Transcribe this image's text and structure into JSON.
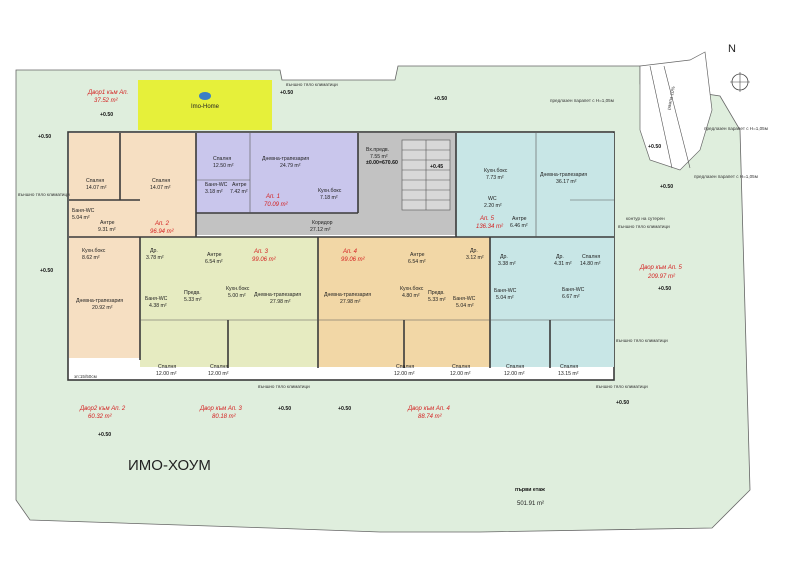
{
  "compass": "N",
  "watermark": "ИМО-ХОУМ",
  "logo_text": "Imo-Home",
  "ramp": "рампа 10%",
  "floor_label": "първи етаж",
  "floor_area": "501.91 m²",
  "notes": {
    "parapet1": "предлазен парапет с H=1,05м",
    "parapet2": "предлазен парапет с H=1,05м",
    "parapet3": "предлазен парапет с H=1,05м",
    "ext_ac_top": "външно тяло климатици",
    "ext_ac_left": "външно тяло климатици",
    "ext_ac_right1": "външно тяло климатици",
    "ext_ac_right2": "външно тяло климатици",
    "ext_ac_bottom1": "външно тяло климатици",
    "ext_ac_bottom2": "външно тяло климатици",
    "contour": "контур на сутерен",
    "sill": "зп:15/50см"
  },
  "levels": {
    "l1": "+0.50",
    "l2": "+0.50",
    "l3": "+0.50",
    "l4": "+0.50",
    "l5": "+0.50",
    "l6": "+0.50",
    "l7": "+0.50",
    "l8": "+0.50",
    "l9": "+0.50",
    "l10": "+0.50",
    "l11": "+0.50",
    "l12": "+0.50",
    "l13": "+0.45",
    "l14": "±0.00=670.60"
  },
  "yards": {
    "y1_name": "Двор1 към Ап.",
    "y1_area": "37.52 m²",
    "y2_name": "Двор2 към Ап. 2",
    "y2_area": "60.32 m²",
    "y3_name": "Двор към Ап. 3",
    "y3_area": "80.18 m²",
    "y4_name": "Двор към Ап. 4",
    "y4_area": "88.74 m²",
    "y5_name": "Двор към Ап. 5",
    "y5_area": "209.97 m²"
  },
  "apartments": {
    "a1_name": "Ап. 1",
    "a1_area": "70.09 m²",
    "a2_name": "Ап. 2",
    "a2_area": "96.94 m²",
    "a3_name": "Ап. 3",
    "a3_area": "99.06 m²",
    "a4_name": "Ап. 4",
    "a4_area": "99.06 m²",
    "a5_name": "Ап. 5",
    "a5_area": "136.34 m²"
  },
  "rooms": {
    "r01_name": "Спалня",
    "r01_area": "14.07 m²",
    "r02_name": "Спалня",
    "r02_area": "14.07 m²",
    "r03_name": "Баня-WC",
    "r03_area": "5.04 m²",
    "r04_name": "Антре",
    "r04_area": "9.31 m²",
    "r05_name": "Кухн.бокс",
    "r05_area": "8.62 m²",
    "r06_name": "Дневна-трапезария",
    "r06_area": "20.92 m²",
    "r07_name": "Спалня",
    "r07_area": "12.50 m²",
    "r08_name": "Дневна-трапезария",
    "r08_area": "24.79 m²",
    "r09_name": "Баня-WC",
    "r09_area": "3.18 m²",
    "r10_name": "Антре",
    "r10_area": "7.42 m²",
    "r11_name": "Кухн.бокс",
    "r11_area": "7.18 m²",
    "r12_name": "Вх.предв.",
    "r12_area": "7.55 m²",
    "r13_name": "Коридор",
    "r13_area": "27.12 m²",
    "r14_name": "Кухн.бокс",
    "r14_area": "7.73 m²",
    "r15_name": "Дневна-трапезария",
    "r15_area": "36.17 m²",
    "r16_name": "WC",
    "r16_area": "2.20 m²",
    "r17_name": "Антре",
    "r17_area": "6.46 m²",
    "r18_name": "Спалня",
    "r18_area": "14.80 m²",
    "r19_name": "Др.",
    "r19_area": "4.31 m²",
    "r20_name": "Баня-WC",
    "r20_area": "6.67 m²",
    "r21_name": "Др.",
    "r21_area": "3.78 m²",
    "r22_name": "Антре",
    "r22_area": "6.54 m²",
    "r23_name": "Предв.",
    "r23_area": "5.33 m²",
    "r24_name": "Кухн.бокс",
    "r24_area": "5.00 m²",
    "r25_name": "Баня-WC",
    "r25_area": "4.38 m²",
    "r26_name": "Дневна-трапезария",
    "r26_area": "27.98 m²",
    "r27_name": "Спалня",
    "r27_area": "12.00 m²",
    "r28_name": "Спалня",
    "r28_area": "12.00 m²",
    "r29_name": "Антре",
    "r29_area": "6.54 m²",
    "r30_name": "Др.",
    "r30_area": "3.12 m²",
    "r31_name": "Дневна-трапезария",
    "r31_area": "27.98 m²",
    "r32_name": "Кухн.бокс",
    "r32_area": "4.80 m²",
    "r33_name": "Предв.",
    "r33_area": "5.33 m²",
    "r34_name": "Баня-WC",
    "r34_area": "5.04 m²",
    "r35_name": "Спалня",
    "r35_area": "12.00 m²",
    "r36_name": "Спалня",
    "r36_area": "12.00 m²",
    "r37_name": "Др.",
    "r37_area": "3.38 m²",
    "r38_name": "Баня-WC",
    "r38_area": "5.04 m²",
    "r39_name": "Спалня",
    "r39_area": "12.00 m²",
    "r40_name": "Спалня",
    "r40_area": "13.15 m²"
  },
  "colors": {
    "yard_green": "#dfeedd",
    "apt1": "#c9c6ec",
    "apt2": "#f6dfc2",
    "apt3": "#e6ebc1",
    "apt4": "#f2d7a6",
    "apt5": "#c8e6e6",
    "core": "#c2c2c2",
    "logo_bg": "#e6f03a"
  }
}
